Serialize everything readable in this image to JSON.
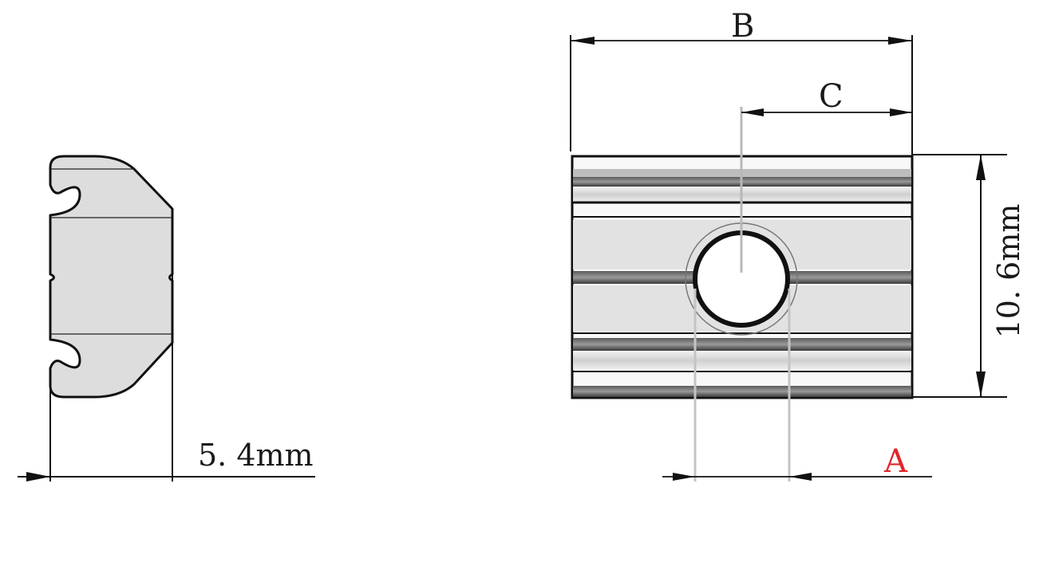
{
  "side_view": {
    "width_label": "5. 4mm"
  },
  "front_view": {
    "label_b": "B",
    "label_c": "C",
    "label_a": "A",
    "height_label": "10. 6mm"
  },
  "colors": {
    "line": "#111111",
    "fill": "#dddddd",
    "accent": "#e0262a"
  }
}
